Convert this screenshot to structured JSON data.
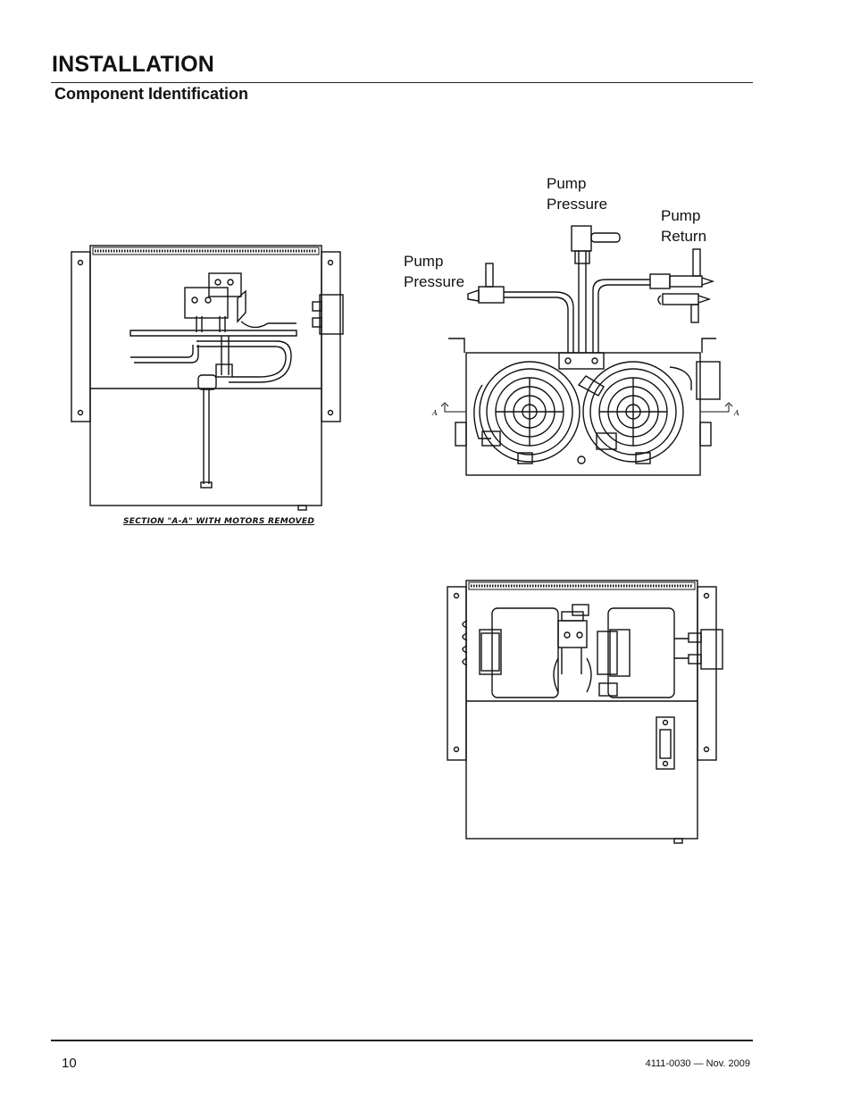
{
  "header": {
    "section": "INSTALLATION",
    "subtitle": "Component Identification"
  },
  "figures": {
    "section_view": {
      "caption": "SECTION \"A-A\" WITH MOTORS REMOVED"
    },
    "top_view": {
      "labels": {
        "pump_pressure_left": [
          "Pump",
          "Pressure"
        ],
        "pump_pressure_top": [
          "Pump",
          "Pressure"
        ],
        "pump_return": [
          "Pump",
          "Return"
        ]
      },
      "section_marks": [
        "A",
        "A"
      ]
    },
    "front_view": {}
  },
  "footer": {
    "page_number": "10",
    "doc_id": "4111-0030 — Nov. 2009"
  }
}
